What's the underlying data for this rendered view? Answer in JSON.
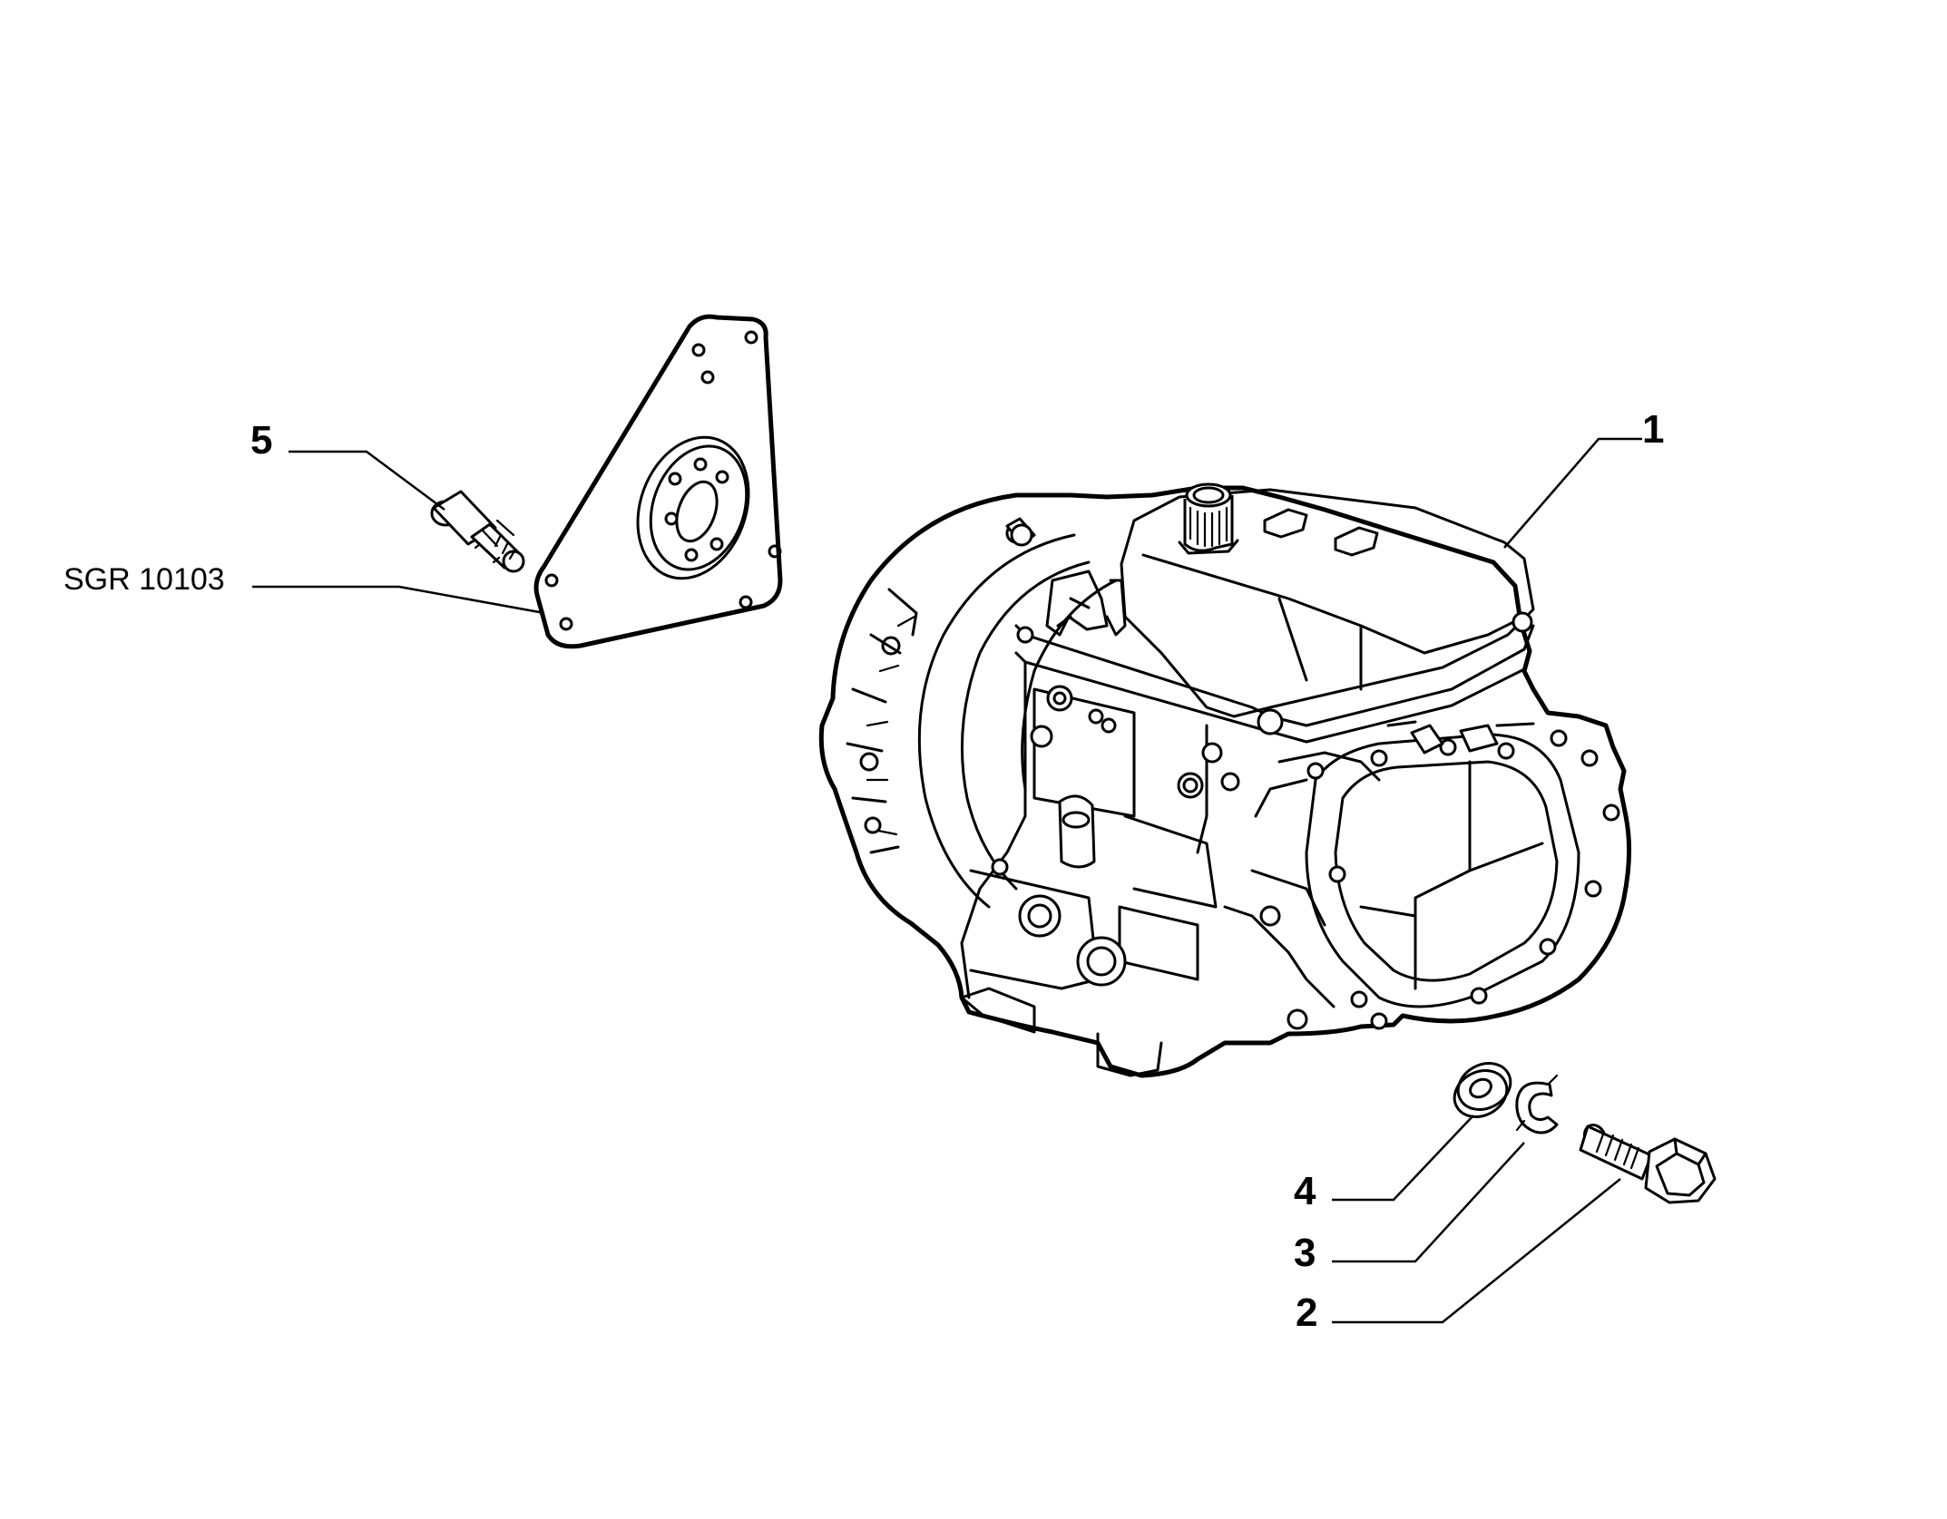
{
  "callouts": {
    "c1": "1",
    "c2": "2",
    "c3": "3",
    "c4": "4",
    "c5": "5",
    "ref": "SGR 10103"
  },
  "colors": {
    "ink": "#000000",
    "background": "#ffffff"
  }
}
